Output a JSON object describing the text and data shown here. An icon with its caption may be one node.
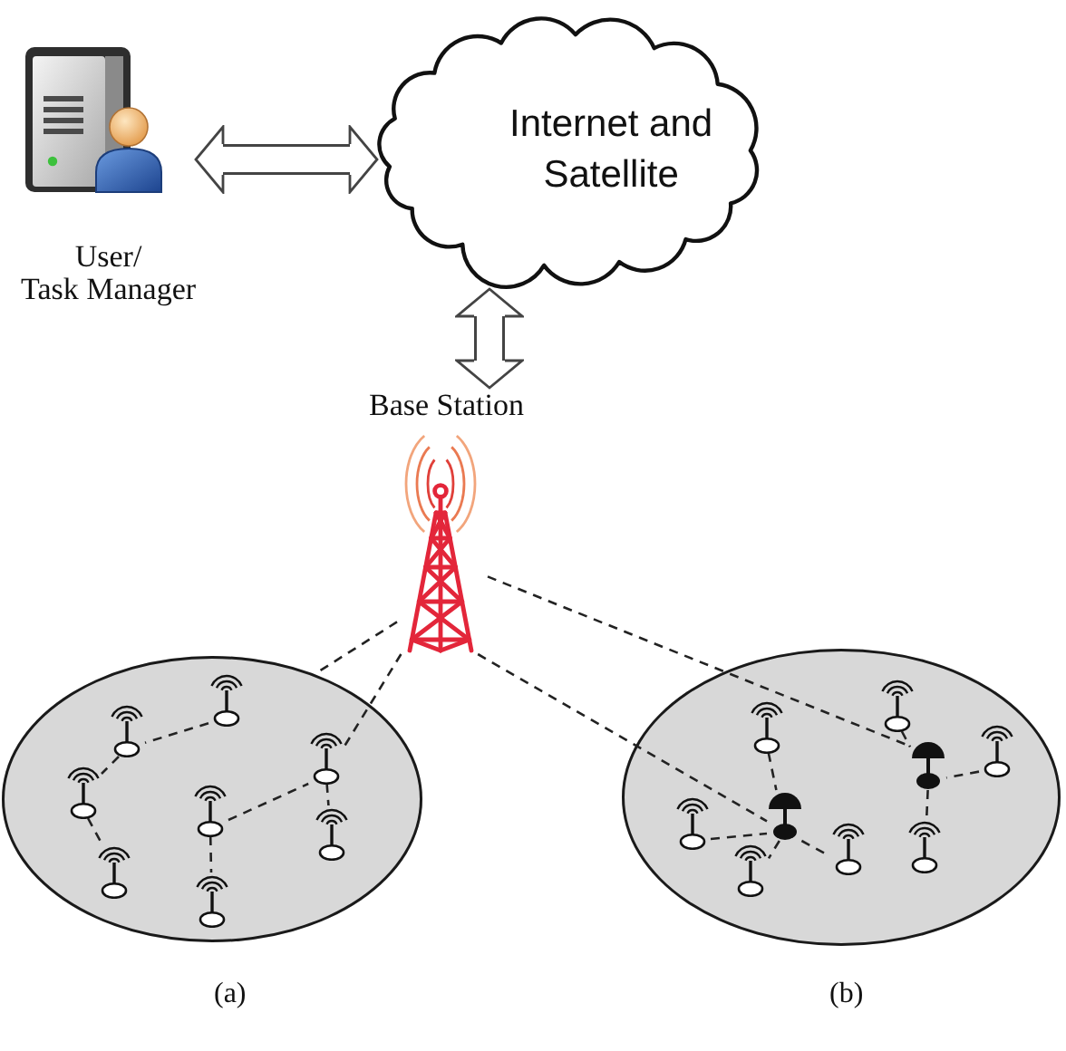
{
  "diagram": {
    "nodes": [
      {
        "text": [
          "User/ Task Manager"
        ]
      },
      {
        "text": [
          "Internet and Satellite"
        ]
      },
      {
        "text": [
          "Base Station"
        ]
      },
      {
        "text": [],
        "shape": "picture"
      },
      {
        "text": [],
        "shape": "ellipse",
        "beside": [
          "(a)"
        ]
      },
      {
        "text": [],
        "shape": "antenna",
        "in": 4
      },
      {
        "text": [],
        "shape": "antenna",
        "in": 4
      },
      {
        "text": [],
        "shape": "antenna",
        "in": 4
      },
      {
        "text": [],
        "shape": "antenna",
        "in": 4
      },
      {
        "text": [],
        "shape": "antenna",
        "in": 4
      },
      {
        "text": [],
        "shape": "antenna",
        "in": 4
      },
      {
        "text": [],
        "shape": "antenna",
        "in": 4
      },
      {
        "text": [],
        "shape": "antenna",
        "in": 4
      },
      {
        "text": [],
        "shape": "ellipse",
        "beside": [
          "(b)"
        ]
      },
      {
        "text": [],
        "shape": "antenna",
        "in": 13
      },
      {
        "text": [],
        "shape": "antenna",
        "in": 13
      },
      {
        "text": [],
        "shape": "antenna",
        "in": 13
      },
      {
        "text": [],
        "shape": "dish",
        "in": 13
      },
      {
        "text": [],
        "shape": "dish",
        "in": 13
      },
      {
        "text": [],
        "shape": "antenna",
        "in": 13
      },
      {
        "text": [],
        "shape": "antenna",
        "in": 13
      },
      {
        "text": [],
        "shape": "antenna",
        "in": 13
      },
      {
        "text": [],
        "shape": "antenna",
        "in": 13
      }
    ],
    "edges": [
      {
        "from": 0,
        "to": 1,
        "arrow": "both",
        "style": "thick"
      },
      {
        "from": 1,
        "to": 2,
        "arrow": "both",
        "style": "thick"
      },
      {
        "from": 3,
        "to": 4,
        "arrow": "none",
        "style": "dashed"
      },
      {
        "from": 3,
        "to": 7,
        "arrow": "none",
        "style": "dashed"
      },
      {
        "from": 3,
        "to": 18,
        "arrow": "none",
        "style": "dashed"
      },
      {
        "from": 3,
        "to": 17,
        "arrow": "none",
        "style": "dashed"
      },
      {
        "from": 5,
        "to": 6,
        "arrow": "none",
        "style": "dashed"
      },
      {
        "from": 6,
        "to": 8,
        "arrow": "none",
        "style": "dashed"
      },
      {
        "from": 8,
        "to": 11,
        "arrow": "none",
        "style": "dashed"
      },
      {
        "from": 9,
        "to": 7,
        "arrow": "none",
        "style": "dashed"
      },
      {
        "from": 7,
        "to": 10,
        "arrow": "none",
        "style": "dashed"
      },
      {
        "from": 9,
        "to": 12,
        "arrow": "none",
        "style": "dashed"
      },
      {
        "from": 15,
        "to": 18,
        "arrow": "none",
        "style": "dashed"
      },
      {
        "from": 19,
        "to": 18,
        "arrow": "none",
        "style": "dashed"
      },
      {
        "from": 18,
        "to": 22,
        "arrow": "none",
        "style": "dashed"
      },
      {
        "from": 18,
        "to": 21,
        "arrow": "none",
        "style": "dashed"
      },
      {
        "from": 14,
        "to": 17,
        "arrow": "none",
        "style": "dashed"
      },
      {
        "from": 16,
        "to": 17,
        "arrow": "none",
        "style": "dashed"
      },
      {
        "from": 17,
        "to": 20,
        "arrow": "none",
        "style": "dashed"
      }
    ]
  }
}
